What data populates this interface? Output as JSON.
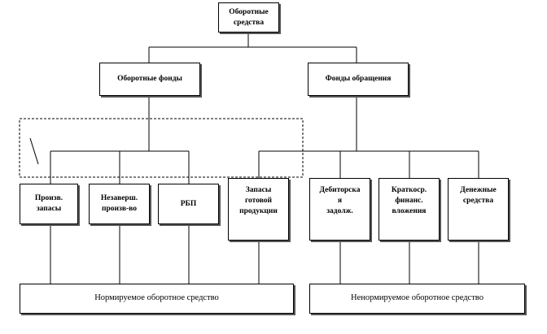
{
  "root": {
    "label": "Оборотные\nсредства"
  },
  "groups": {
    "left": "Оборотные фонды",
    "right": "Фонды обращения"
  },
  "items": [
    {
      "label": "Произв.\nзапасы"
    },
    {
      "label": "Незаверш.\nпроизв-во"
    },
    {
      "label": "РБП"
    },
    {
      "label": "Запасы\nготовой\nпродукции"
    },
    {
      "label": "Дебиторска\nя\nзадолж."
    },
    {
      "label": "Краткоср.\nфинанс.\nвложения"
    },
    {
      "label": "Денежные\nсредства"
    }
  ],
  "bottom": {
    "left": "Нормируемое оборотное средство",
    "right": "Ненормируемое оборотное средство"
  }
}
